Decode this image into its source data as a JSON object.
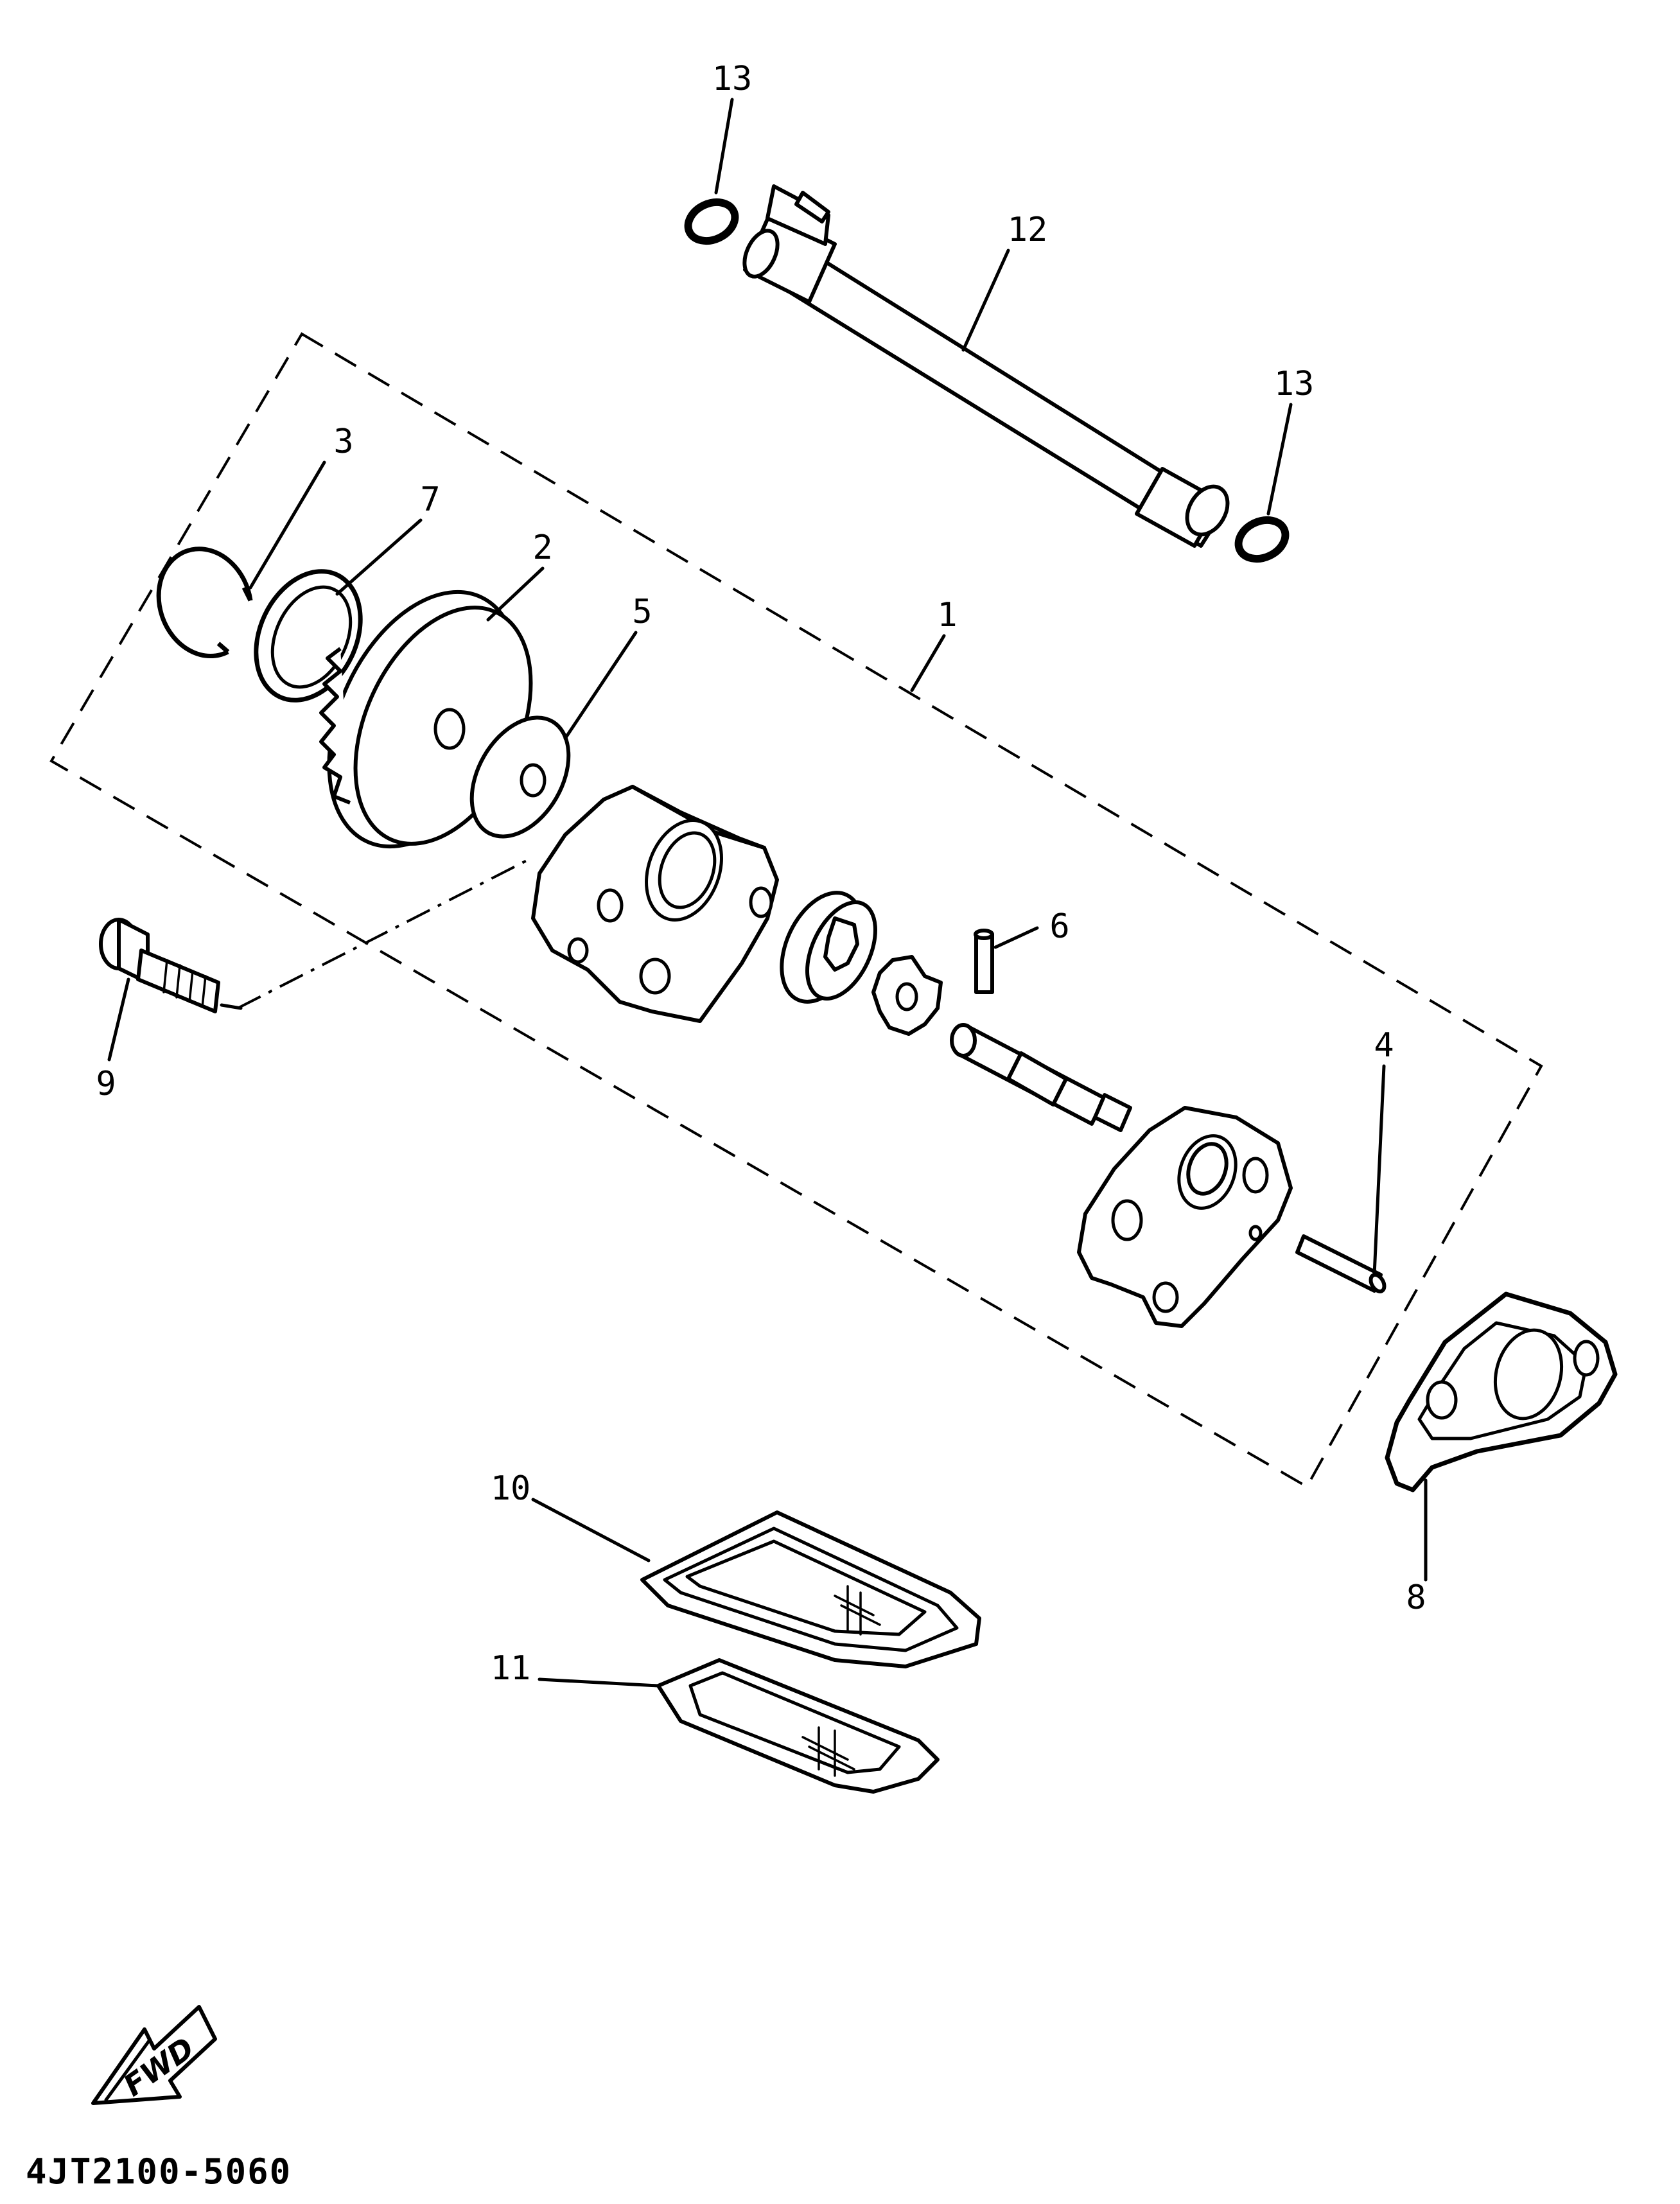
{
  "callouts": {
    "c1": "1",
    "c2": "2",
    "c3": "3",
    "c4": "4",
    "c5": "5",
    "c6": "6",
    "c7": "7",
    "c8": "8",
    "c9": "9",
    "c10": "10",
    "c11": "11",
    "c12": "12",
    "c13a": "13",
    "c13b": "13"
  },
  "fwd_label": "FWD",
  "diagram_code": "4JT2100-5060"
}
